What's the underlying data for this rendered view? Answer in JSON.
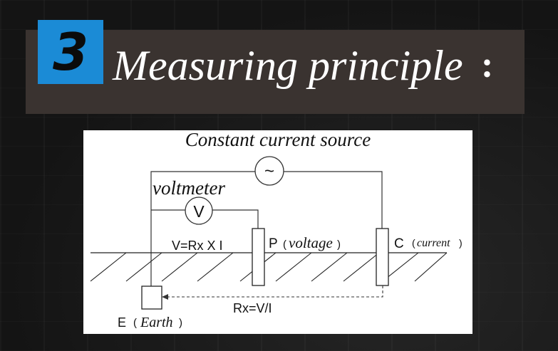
{
  "title": {
    "number": "3",
    "text": "Measuring principle",
    "colon": ":"
  },
  "diagram": {
    "source_label": "Constant current source",
    "source_symbol": "~",
    "voltmeter_label": "voltmeter",
    "voltmeter_symbol": "V",
    "formula_v": "V=Rx X I",
    "probe_p_letter": "P",
    "probe_p_open": "(",
    "probe_p_word": "voltage",
    "probe_p_close": ")",
    "probe_c_letter": "C",
    "probe_c_open": "(",
    "probe_c_word": "current",
    "probe_c_close": ")",
    "formula_rx": "Rx=V/I",
    "earth_letter": "E",
    "earth_open": "(",
    "earth_word": "Earth",
    "earth_close": ")"
  }
}
